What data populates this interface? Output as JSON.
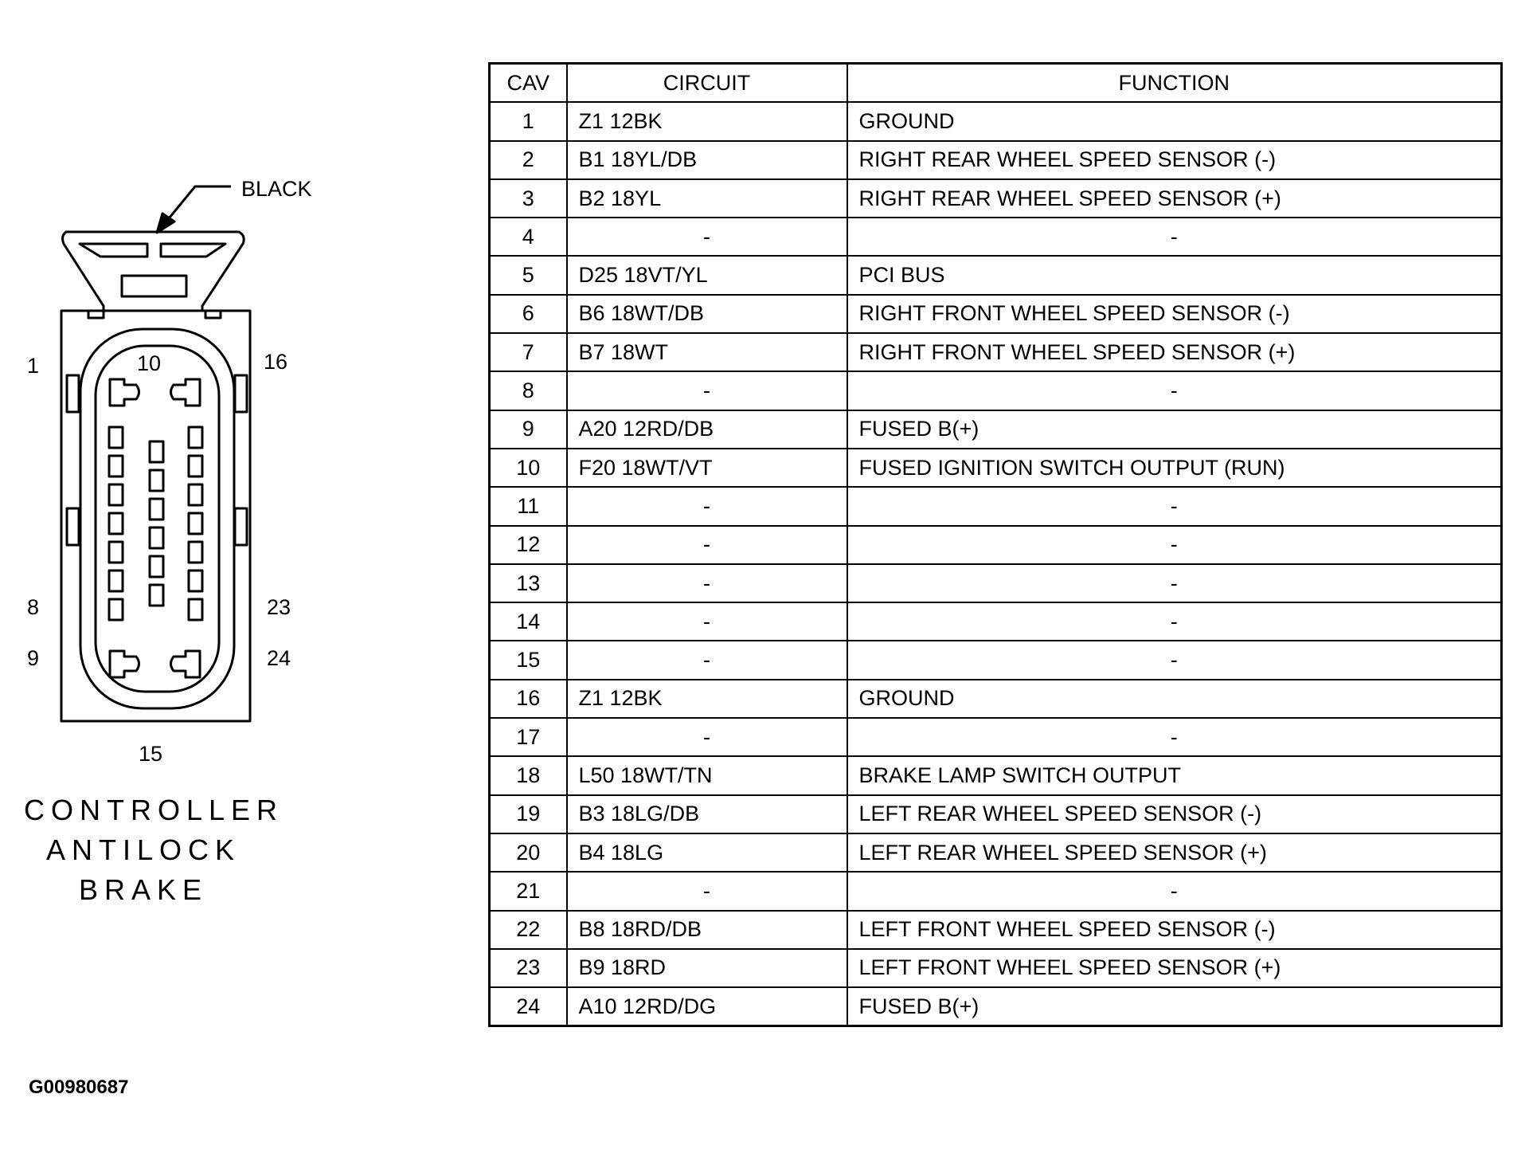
{
  "connector": {
    "color_label": "BLACK",
    "pin_labels": {
      "p1": "1",
      "p10": "10",
      "p16": "16",
      "p8": "8",
      "p23": "23",
      "p9": "9",
      "p24": "24",
      "p15": "15"
    },
    "name_lines": [
      "CONTROLLER",
      "ANTILOCK",
      "BRAKE"
    ]
  },
  "table": {
    "headers": {
      "cav": "CAV",
      "circuit": "CIRCUIT",
      "function": "FUNCTION"
    },
    "rows": [
      {
        "cav": "1",
        "circuit": "Z1 12BK",
        "function": "GROUND"
      },
      {
        "cav": "2",
        "circuit": "B1 18YL/DB",
        "function": "RIGHT REAR WHEEL SPEED SENSOR (-)"
      },
      {
        "cav": "3",
        "circuit": "B2 18YL",
        "function": "RIGHT REAR WHEEL SPEED SENSOR (+)"
      },
      {
        "cav": "4",
        "circuit": "-",
        "function": "-"
      },
      {
        "cav": "5",
        "circuit": "D25 18VT/YL",
        "function": "PCI BUS"
      },
      {
        "cav": "6",
        "circuit": "B6 18WT/DB",
        "function": "RIGHT FRONT WHEEL SPEED SENSOR (-)"
      },
      {
        "cav": "7",
        "circuit": "B7 18WT",
        "function": "RIGHT FRONT WHEEL SPEED SENSOR (+)"
      },
      {
        "cav": "8",
        "circuit": "-",
        "function": "-"
      },
      {
        "cav": "9",
        "circuit": "A20 12RD/DB",
        "function": "FUSED B(+)"
      },
      {
        "cav": "10",
        "circuit": "F20 18WT/VT",
        "function": "FUSED IGNITION SWITCH OUTPUT (RUN)"
      },
      {
        "cav": "11",
        "circuit": "-",
        "function": "-"
      },
      {
        "cav": "12",
        "circuit": "-",
        "function": "-"
      },
      {
        "cav": "13",
        "circuit": "-",
        "function": "-"
      },
      {
        "cav": "14",
        "circuit": "-",
        "function": "-"
      },
      {
        "cav": "15",
        "circuit": "-",
        "function": "-"
      },
      {
        "cav": "16",
        "circuit": "Z1 12BK",
        "function": "GROUND"
      },
      {
        "cav": "17",
        "circuit": "-",
        "function": "-"
      },
      {
        "cav": "18",
        "circuit": "L50 18WT/TN",
        "function": "BRAKE LAMP SWITCH OUTPUT"
      },
      {
        "cav": "19",
        "circuit": "B3 18LG/DB",
        "function": "LEFT REAR WHEEL SPEED SENSOR (-)"
      },
      {
        "cav": "20",
        "circuit": "B4 18LG",
        "function": "LEFT REAR WHEEL SPEED SENSOR (+)"
      },
      {
        "cav": "21",
        "circuit": "-",
        "function": "-"
      },
      {
        "cav": "22",
        "circuit": "B8 18RD/DB",
        "function": "LEFT FRONT WHEEL SPEED SENSOR (-)"
      },
      {
        "cav": "23",
        "circuit": "B9 18RD",
        "function": "LEFT FRONT WHEEL SPEED SENSOR (+)"
      },
      {
        "cav": "24",
        "circuit": "A10 12RD/DG",
        "function": "FUSED B(+)"
      }
    ]
  },
  "figure_code": "G00980687"
}
